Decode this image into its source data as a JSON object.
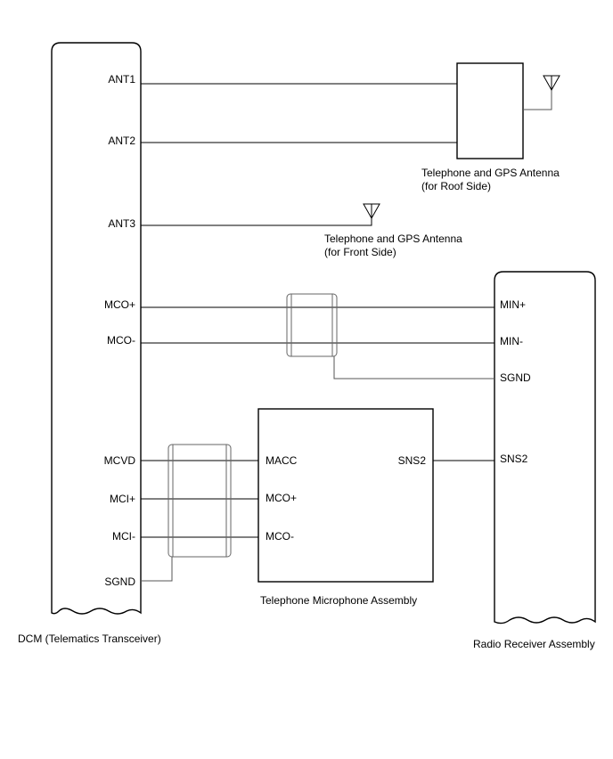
{
  "components": {
    "dcm": "DCM (Telematics Transceiver)",
    "radio": "Radio Receiver Assembly",
    "microphone": "Telephone Microphone Assembly",
    "roof_antenna": {
      "line1": "Telephone and GPS Antenna",
      "line2": "(for Roof Side)"
    },
    "front_antenna": {
      "line1": "Telephone and GPS Antenna",
      "line2": "(for Front Side)"
    }
  },
  "dcm_pins": {
    "ant1": "ANT1",
    "ant2": "ANT2",
    "ant3": "ANT3",
    "mco_plus": "MCO+",
    "mco_minus": "MCO-",
    "mcvd": "MCVD",
    "mci_plus": "MCI+",
    "mci_minus": "MCI-",
    "sgnd": "SGND"
  },
  "radio_pins": {
    "min_plus": "MIN+",
    "min_minus": "MIN-",
    "sgnd": "SGND",
    "sns2": "SNS2"
  },
  "microphone_pins": {
    "macc": "MACC",
    "mco_plus": "MCO+",
    "mco_minus": "MCO-",
    "sns2": "SNS2"
  }
}
